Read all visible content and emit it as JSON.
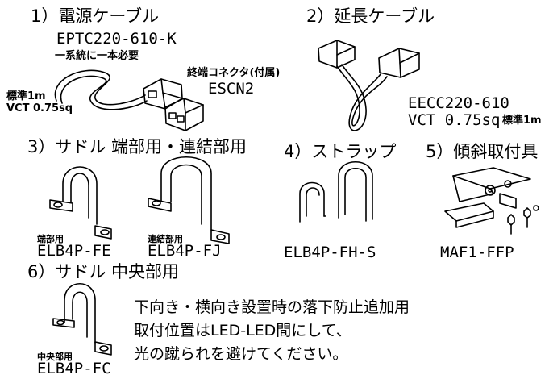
{
  "items": {
    "power_cable": {
      "title": "1）電源ケーブル",
      "model": "EPTC220-610-K",
      "note": "一系統に一本必要",
      "length": "標準1m",
      "spec": "VCT 0.75sq"
    },
    "terminal_connector": {
      "title": "終端コネクタ(付属)",
      "model": "ESCN2"
    },
    "extension_cable": {
      "title": "2）延長ケーブル",
      "model": "EECC220-610",
      "spec": "VCT 0.75sq",
      "length": "標準1m"
    },
    "saddle_end_link": {
      "title": "3）サドル 端部用・連結部用",
      "end_label": "端部用",
      "end_model": "ELB4P-FE",
      "link_label": "連結部用",
      "link_model": "ELB4P-FJ"
    },
    "strap": {
      "title": "4）ストラップ",
      "model": "ELB4P-FH-S"
    },
    "tilt_mount": {
      "title": "5）傾斜取付具",
      "model": "MAF1-FFP"
    },
    "saddle_center": {
      "title": "6）サドル 中央部用",
      "label": "中央部用",
      "model": "ELB4P-FC"
    }
  },
  "instructions": {
    "line1": "下向き・横向き設置時の落下防止追加用",
    "line2": "取付位置はLED-LED間にして、",
    "line3": "光の蹴られを避けてください。"
  }
}
